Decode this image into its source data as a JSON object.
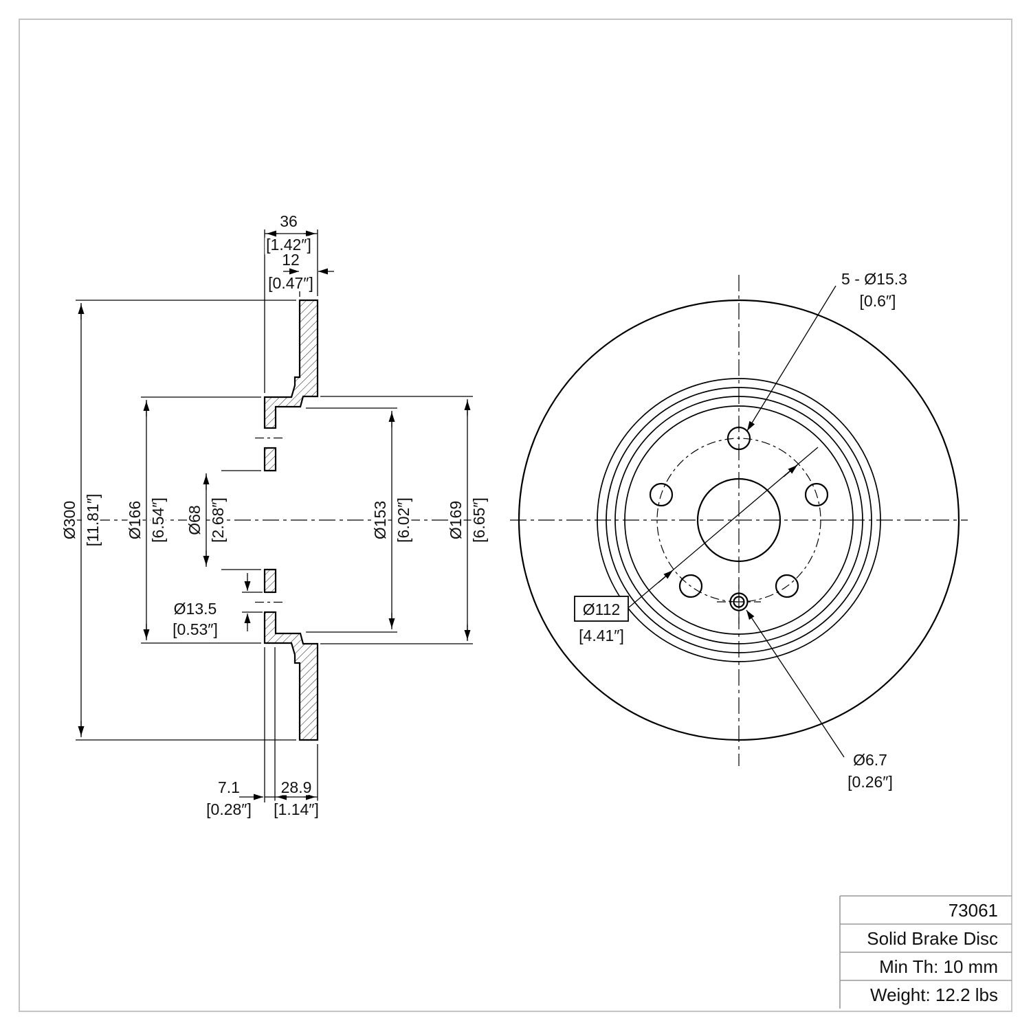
{
  "title_block": {
    "part_number": "73061",
    "description": "Solid Brake Disc",
    "min_thickness": "Min Th: 10 mm",
    "weight": "Weight: 12.2 lbs"
  },
  "section_view": {
    "total_width_mm": "36",
    "total_width_in": "[1.42″]",
    "disc_thickness_mm": "12",
    "disc_thickness_in": "[0.47″]",
    "outer_diameter_mm": "Ø300",
    "outer_diameter_in": "[11.81″]",
    "hat_diameter_mm": "Ø166",
    "hat_diameter_in": "[6.54″]",
    "center_bore_mm": "Ø68",
    "center_bore_in": "[2.68″]",
    "bolt_hole_mm": "Ø13.5",
    "bolt_hole_in": "[0.53″]",
    "inner_diameter_mm": "Ø153",
    "inner_diameter_in": "[6.02″]",
    "friction_inner_diameter_mm": "Ø169",
    "friction_inner_diameter_in": "[6.65″]",
    "flange_thickness_mm": "7.1",
    "flange_thickness_in": "[0.28″]",
    "hat_depth_mm": "28.9",
    "hat_depth_in": "[1.14″]"
  },
  "front_view": {
    "lug_holes_mm": "5 - Ø15.3",
    "lug_holes_in": "[0.6″]",
    "bolt_circle_mm": "Ø112",
    "bolt_circle_in": "[4.41″]",
    "screw_hole_mm": "Ø6.7",
    "screw_hole_in": "[0.26″]"
  }
}
